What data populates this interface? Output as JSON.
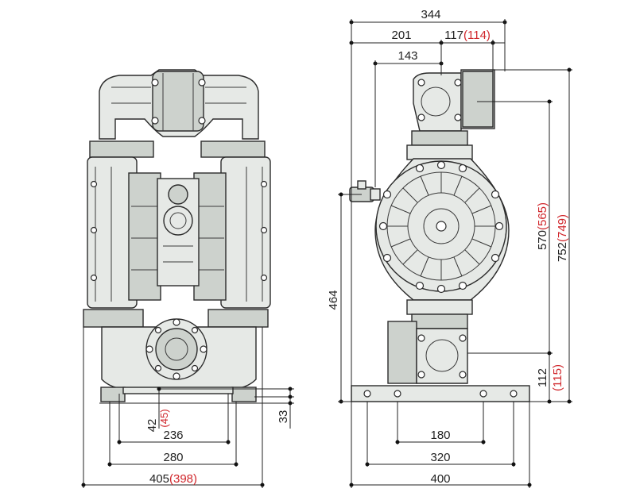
{
  "front_view": {
    "dims": {
      "d42": "42",
      "d42_alt": "(45)",
      "d33": "33",
      "d236": "236",
      "d280": "280",
      "d405": "405",
      "d405_alt": "(398)"
    }
  },
  "side_view": {
    "dims": {
      "d344": "344",
      "d201": "201",
      "d117": "117",
      "d117_alt": "(114)",
      "d143": "143",
      "d464": "464",
      "d570": "570",
      "d570_alt": "(565)",
      "d752": "752",
      "d752_alt": "(749)",
      "d112": "112",
      "d112_alt": "(115)",
      "d180": "180",
      "d320": "320",
      "d400": "400"
    }
  },
  "colors": {
    "line": "#222222",
    "alt_dim": "#d0262b",
    "body": "#e6e9e6"
  }
}
